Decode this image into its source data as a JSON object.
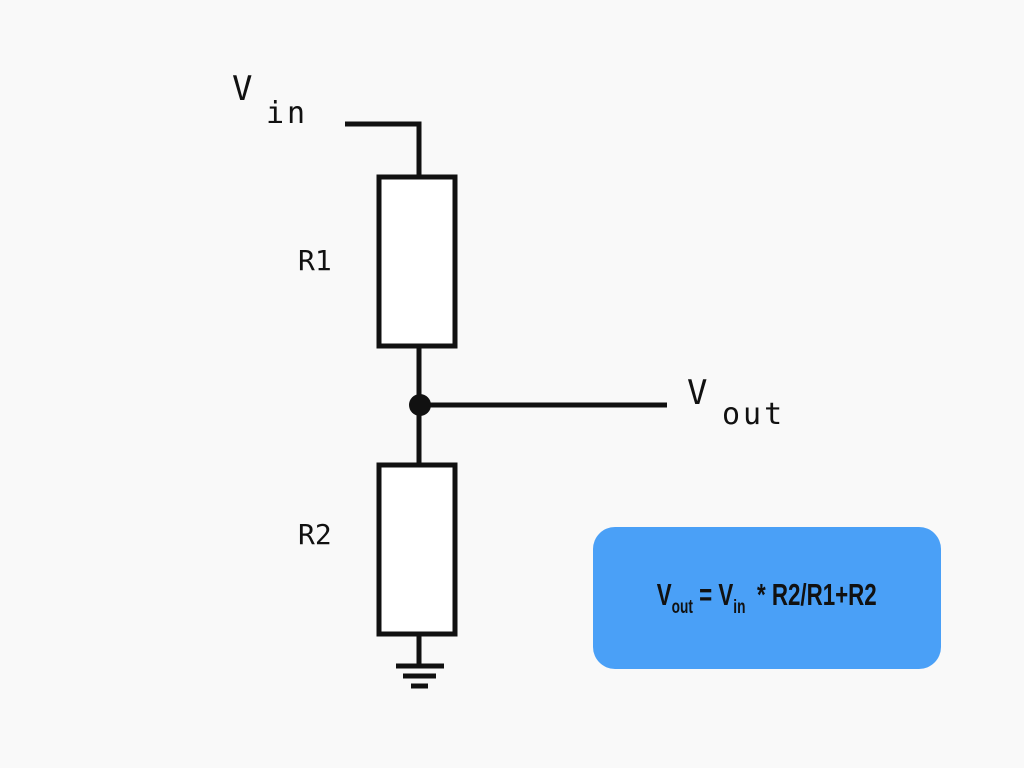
{
  "labels": {
    "vin_main": "V",
    "vin_sub": "in",
    "vout_main": "V",
    "vout_sub": "out",
    "r1": "R1",
    "r2": "R2"
  },
  "formula": {
    "v1": "V",
    "v1_sub": "out",
    "eq": " = ",
    "v2": "V",
    "v2_sub": "in",
    "rest": "* R2/R1+R2"
  },
  "colors": {
    "background": "#f9f9f9",
    "wire": "#111111",
    "resistor_fill": "#ffffff",
    "formula_box": "#4aa0f7"
  }
}
